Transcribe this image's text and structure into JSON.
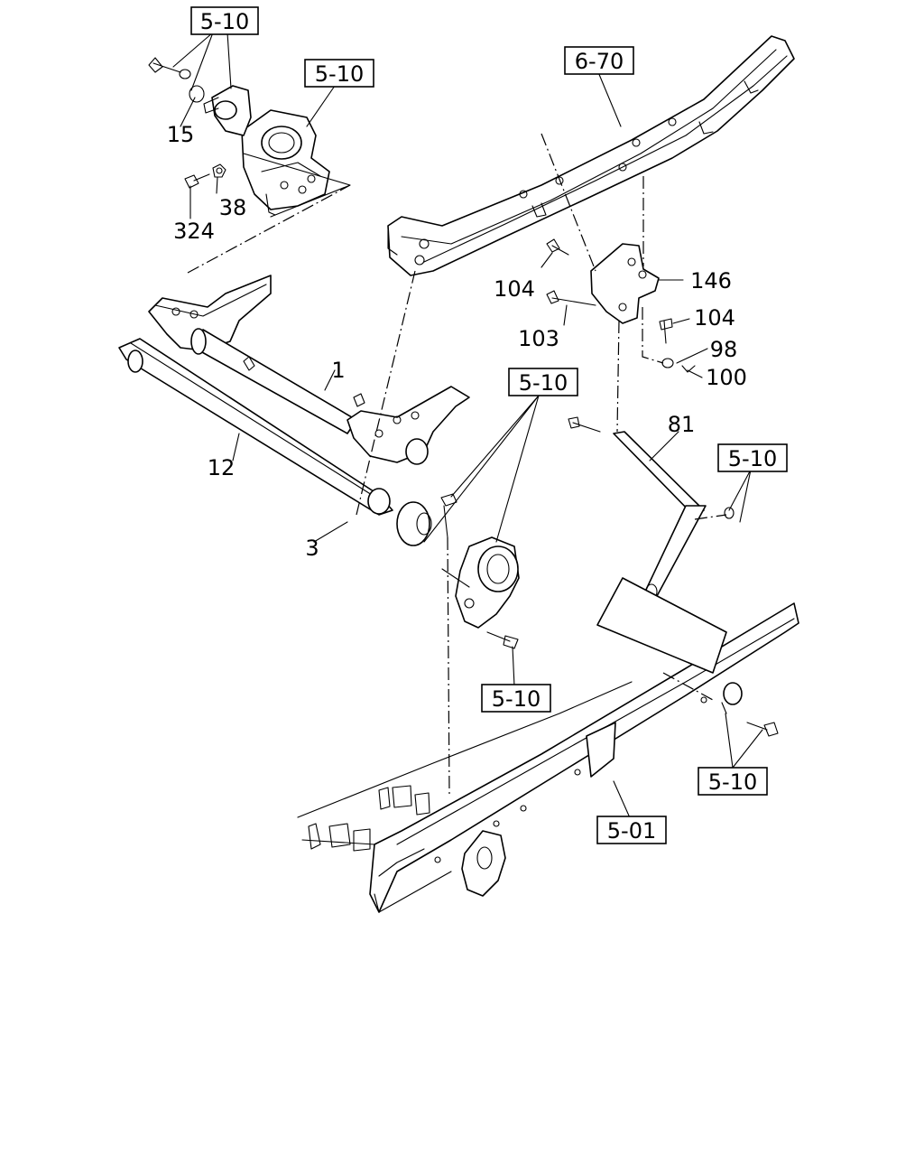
{
  "callouts": {
    "ref_top_left": "5-10",
    "ref_mount_left": "5-10",
    "ref_frame_upper": "6-70",
    "ref_center": "5-10",
    "ref_right": "5-10",
    "ref_bottom_center": "5-10",
    "ref_bottom_right": "5-10",
    "ref_frame_lower": "5-01"
  },
  "parts": {
    "p15": "15",
    "p38": "38",
    "p324": "324",
    "p104a": "104",
    "p146": "146",
    "p103": "103",
    "p104b": "104",
    "p98": "98",
    "p100": "100",
    "p1": "1",
    "p81": "81",
    "p12": "12",
    "p3": "3"
  }
}
